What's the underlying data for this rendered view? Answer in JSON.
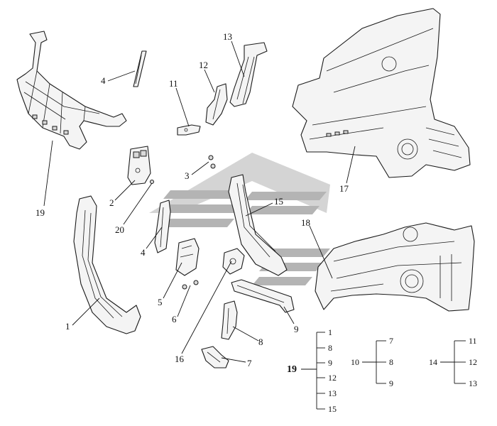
{
  "callouts": {
    "c19": "19",
    "c4a": "4",
    "c13": "13",
    "c12": "12",
    "c11": "11",
    "c3": "3",
    "c2": "2",
    "c20": "20",
    "c1": "1",
    "c4b": "4",
    "c5": "5",
    "c6": "6",
    "c16": "16",
    "c15": "15",
    "c18": "18",
    "c17": "17",
    "c8": "8",
    "c9": "9",
    "c7": "7"
  },
  "tree19": {
    "root": "19",
    "children": [
      "1",
      "8",
      "9",
      "12",
      "13",
      "15"
    ]
  },
  "tree10": {
    "root": "10",
    "children": [
      "7",
      "8",
      "9"
    ]
  },
  "tree14": {
    "root": "14",
    "children": [
      "11",
      "12",
      "13"
    ]
  },
  "colors": {
    "line": "#1a1a1a",
    "watermark": "#b4b4b4",
    "background": "#ffffff"
  }
}
